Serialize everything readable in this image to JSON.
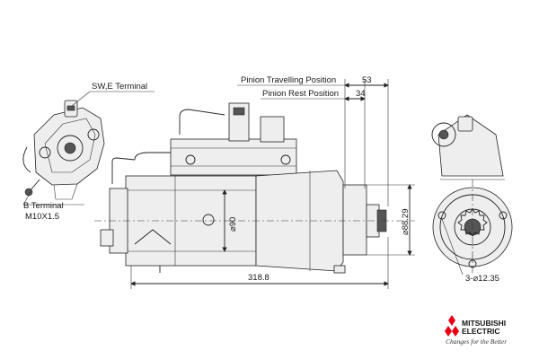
{
  "labels": {
    "sw_e_terminal": "SW,E Terminal",
    "b_terminal": "B Terminal",
    "b_terminal_thread": "M10X1.5",
    "pinion_travelling": "Pinion Travelling Position",
    "pinion_rest": "Pinion Rest Position"
  },
  "dimensions": {
    "travel": "53",
    "rest": "34",
    "overall_length": "318.8",
    "body_diameter": "⌀90",
    "flange_diameter": "⌀88.29",
    "mounting_holes": "3-⌀12.35"
  },
  "brand": {
    "name_line1": "MITSUBISHI",
    "name_line2": "ELECTRIC",
    "tagline": "Changes for the Better",
    "color": "#e60012"
  }
}
